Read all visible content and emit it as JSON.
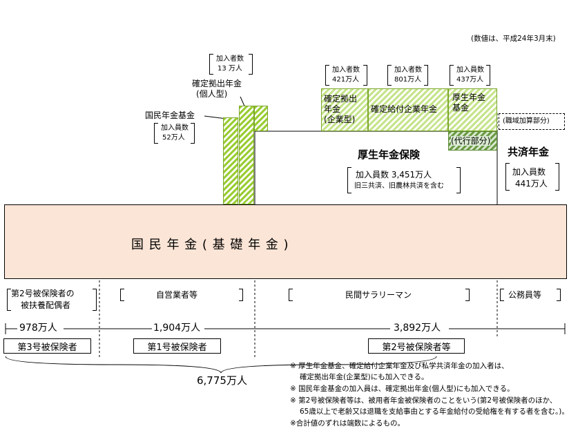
{
  "header": {
    "date_note": "(数値は、平成24年3月末)"
  },
  "basic_pension": {
    "label": "国 民 年 金 ( 基 礎 年 金 )"
  },
  "dc_individual": {
    "title_line1": "確定拠出年金",
    "title_line2": "(個人型)",
    "count_label": "加入者数",
    "count_value": "13 万人"
  },
  "npf": {
    "title": "国民年金基金",
    "count_label": "加入員数",
    "count_value": "52万人"
  },
  "dc_corporate": {
    "label_line1": "確定拠出",
    "label_line2": "年金",
    "label_line3": "(企業型)",
    "count_label": "加入者数",
    "count_value": "421万人"
  },
  "db_corporate": {
    "label": "確定給付企業年金",
    "count_label": "加入者数",
    "count_value": "801万人"
  },
  "epf": {
    "label_line1": "厚生年金",
    "label_line2": "基金",
    "count_label": "加入員数",
    "count_value": "437万人",
    "substitute_label": "(代行部分)"
  },
  "employee_pension": {
    "title": "厚生年金保険",
    "count_line": "加入員数 3,451万人",
    "note_line": "旧三共済、旧農林共済を含む"
  },
  "mutual_aid": {
    "occupational_label": "(職域加算部分)",
    "title": "共済年金",
    "count_label": "加入員数",
    "count_value": "441万人"
  },
  "groups": {
    "spouse": {
      "line1": "第2号被保険者の",
      "line2": "被扶養配偶者",
      "count": "978万人",
      "category": "第3号被保険者"
    },
    "self_employed": {
      "label": "自営業者等",
      "count": "1,904万人",
      "category": "第1号被保険者"
    },
    "salaried": {
      "label": "民間サラリーマン",
      "count": "3,892万人",
      "category": "第2号被保険者等"
    },
    "public": {
      "label": "公務員等"
    }
  },
  "total": "6,775万人",
  "notes": [
    "※ 厚生年金基金、確定給付企業年金及び私学共済年金の加入者は、",
    "確定拠出年金(企業型)にも加入できる。",
    "※ 国民年金基金の加入員は、確定拠出年金(個人型)にも加入できる。",
    "※ 第2号被保険者等は、被用者年金被保険者のことをいう(第2号被保険者のほか、",
    "65歳以上で老齢又は退職を支給事由とする年金給付の受給権を有する者を含む。)。",
    "※合計値のずれは端数によるもの。"
  ]
}
